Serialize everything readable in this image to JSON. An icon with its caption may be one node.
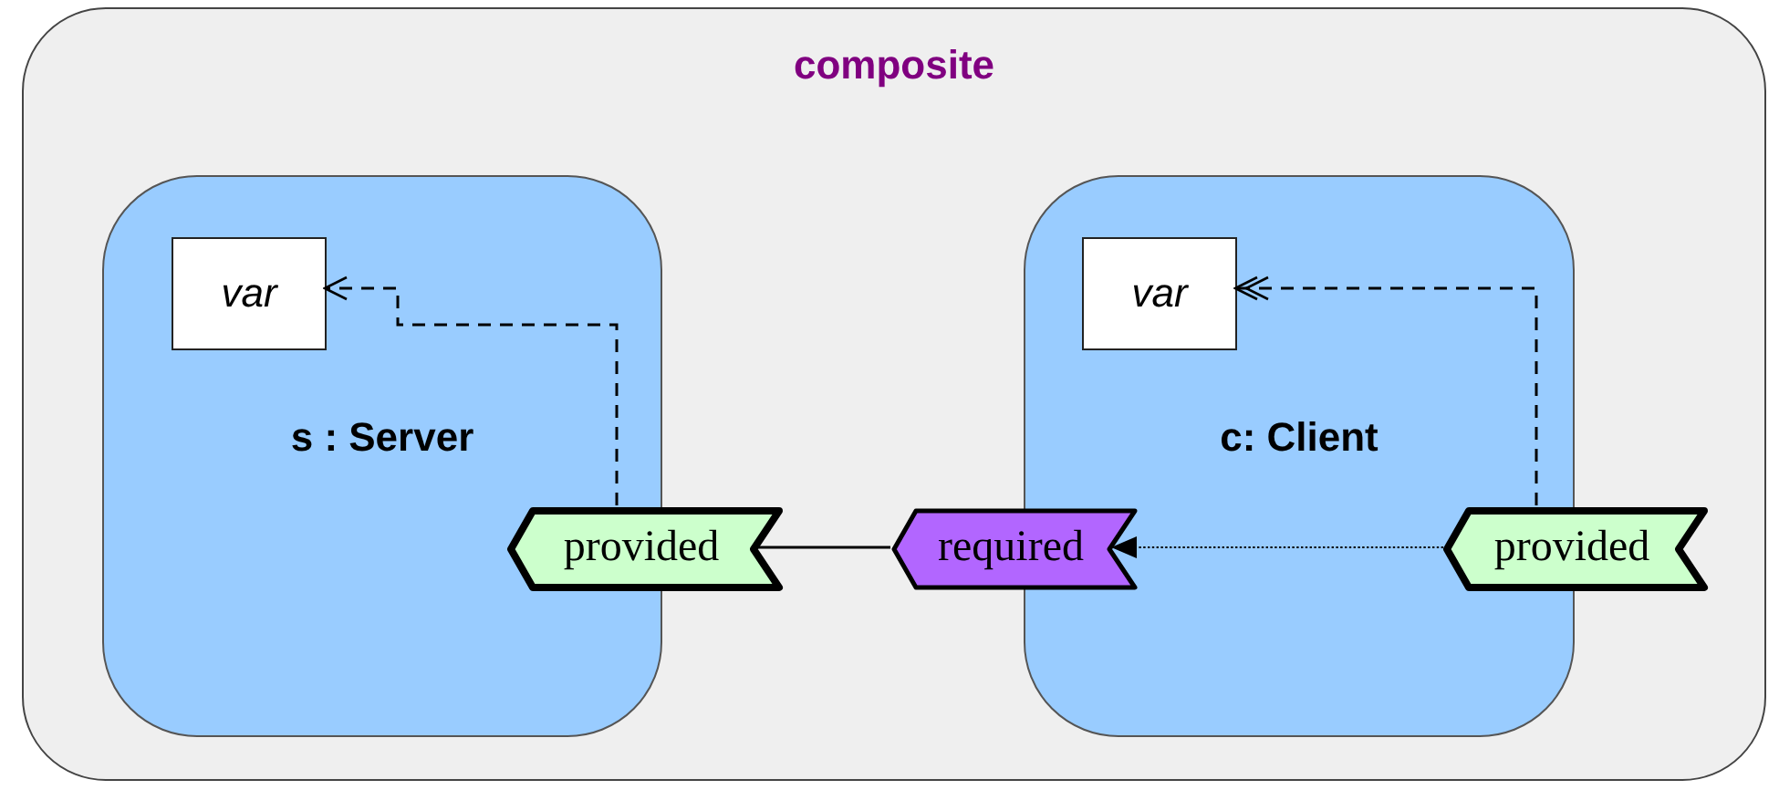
{
  "diagram": {
    "nodes": [
      {
        "text": [
          "composite"
        ]
      },
      {
        "text": [
          "s : Server"
        ],
        "in": 0
      },
      {
        "text": [
          "var"
        ],
        "in": 1
      },
      {
        "text": [
          "provided"
        ],
        "in": 0
      },
      {
        "text": [
          "c: Client"
        ],
        "in": 0
      },
      {
        "text": [
          "var"
        ],
        "in": 4
      },
      {
        "text": [
          "required"
        ],
        "in": 0
      },
      {
        "text": [
          "provided"
        ],
        "in": 0
      }
    ],
    "edges": [
      {
        "from": 3,
        "to": 2,
        "arrow": "to",
        "style": "dashed"
      },
      {
        "from": 7,
        "to": 5,
        "arrow": "to",
        "style": "dashed"
      },
      {
        "from": 3,
        "to": 6,
        "arrow": "none"
      },
      {
        "from": 7,
        "to": 6,
        "arrow": "to",
        "style": "dashed"
      }
    ]
  }
}
